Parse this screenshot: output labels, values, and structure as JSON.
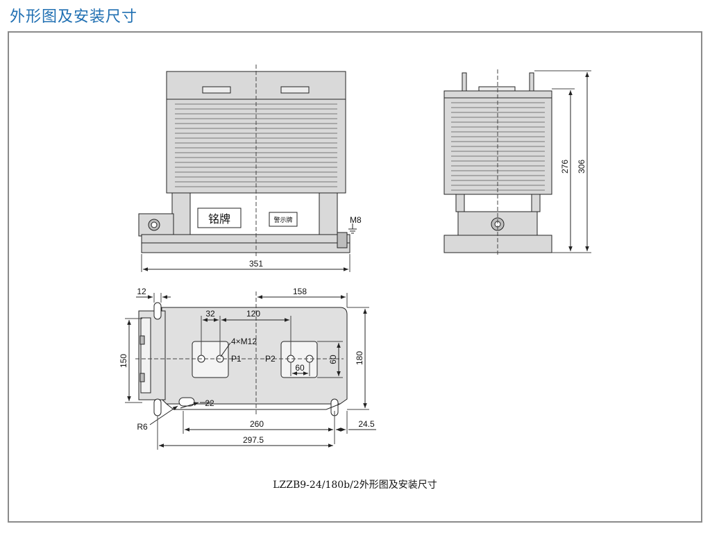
{
  "header": {
    "title": "外形图及安装尺寸"
  },
  "labels": {
    "nameplate": "铭牌",
    "warning_plate": "警示牌",
    "ground_bolt": "M8",
    "thread": "4×M12",
    "p1": "P1",
    "p2": "P2",
    "radius": "R6"
  },
  "dimensions": {
    "front_width": "351",
    "side_h1": "276",
    "side_h2": "306",
    "d12": "12",
    "d158": "158",
    "d32": "32",
    "d120": "120",
    "d150": "150",
    "d180": "180",
    "d60v": "60",
    "d60h": "60",
    "d22": "22",
    "d260": "260",
    "d245": "24.5",
    "d2975": "297.5"
  },
  "caption": "LZZB9-24/180b/2外形图及安装尺寸",
  "colors": {
    "title": "#1f6fb2",
    "body": "#d6d6d6",
    "line": "#222222"
  }
}
